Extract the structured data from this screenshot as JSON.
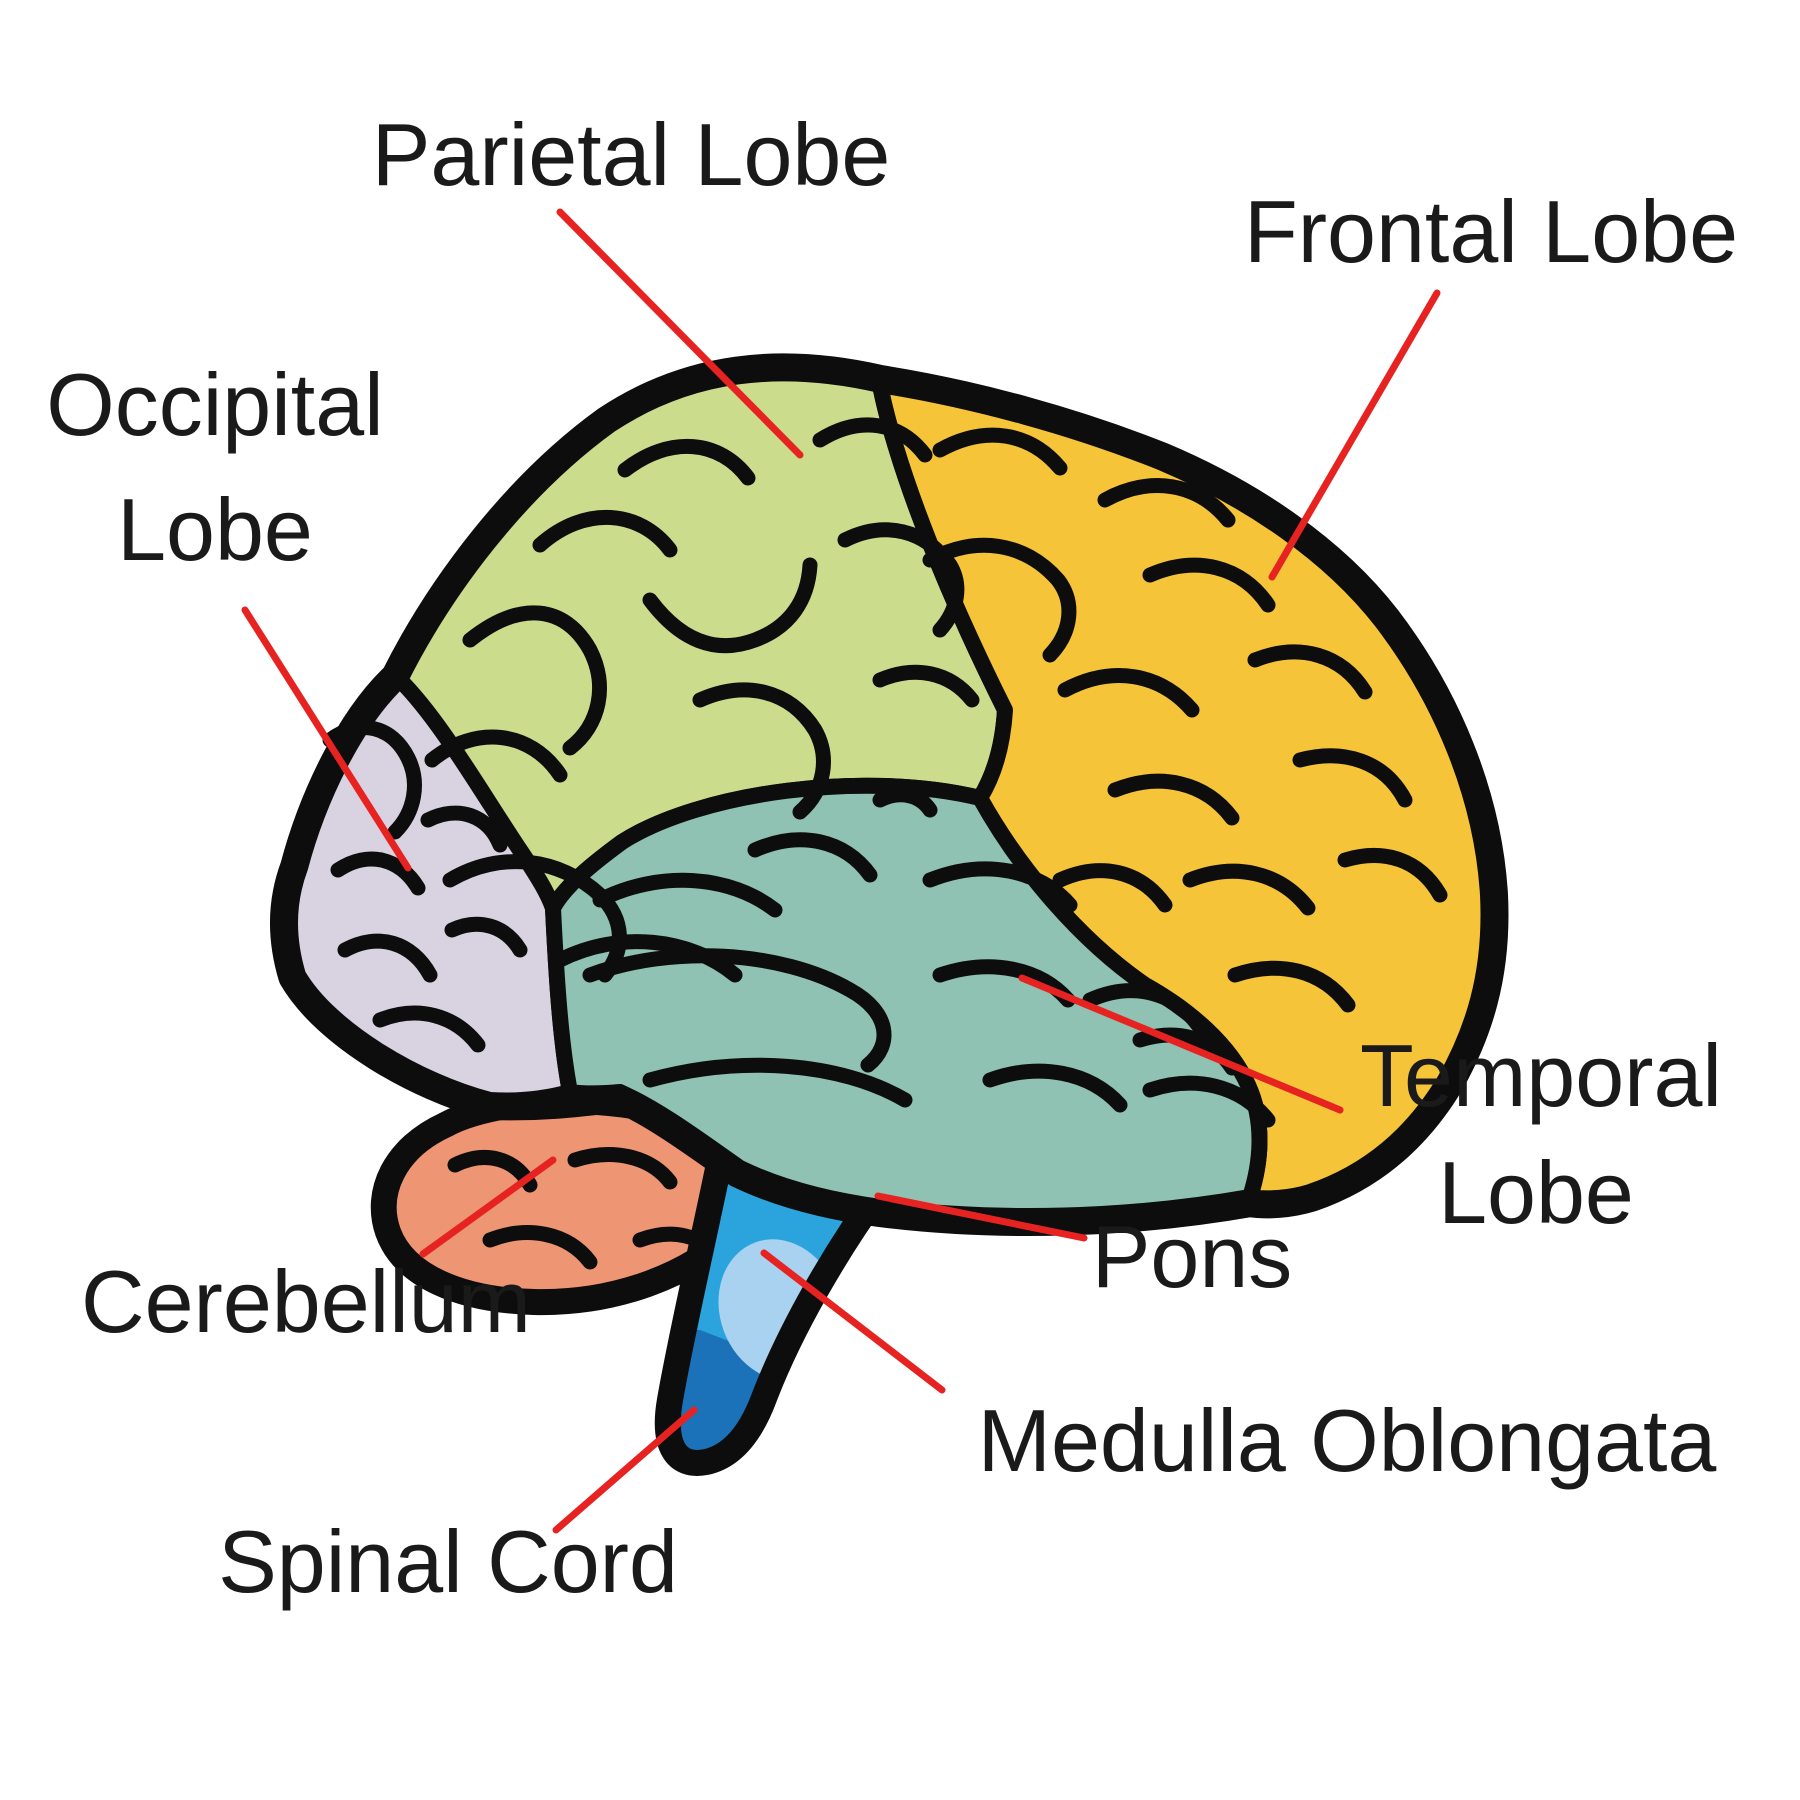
{
  "figure": {
    "type": "labeled-anatomy-diagram",
    "subject": "Human brain, lateral view, color-coded lobes and brainstem structures",
    "background_color": "#FFFFFF",
    "outline_color": "#0D0D0D",
    "leader_line_color": "#E62320",
    "label_text_color": "#1A1A1A"
  },
  "regions": {
    "parietal": {
      "name": "Parietal Lobe",
      "color": "#CBDC8D"
    },
    "frontal": {
      "name": "Frontal Lobe",
      "color": "#F5C438"
    },
    "occipital": {
      "name": "Occipital Lobe",
      "color": "#D9D2E0"
    },
    "temporal": {
      "name": "Temporal Lobe",
      "color": "#8FC2B2"
    },
    "cerebellum": {
      "name": "Cerebellum",
      "color": "#EE9573"
    },
    "pons": {
      "name": "Pons",
      "color": "#2BA4DD"
    },
    "medulla": {
      "name": "Medulla Oblongata",
      "color": "#A8D2EF"
    },
    "spinal": {
      "name": "Spinal Cord",
      "color": "#1C72B8"
    }
  },
  "labels": {
    "parietal": {
      "text": "Parietal Lobe"
    },
    "frontal": {
      "text": "Frontal Lobe"
    },
    "occipital": {
      "line1": "Occipital",
      "line2": "Lobe"
    },
    "temporal": {
      "line1": "Temporal",
      "line2": "Lobe"
    },
    "pons": {
      "text": "Pons"
    },
    "medulla": {
      "text": "Medulla Oblongata"
    },
    "cerebellum": {
      "text": "Cerebellum"
    },
    "spinal": {
      "text": "Spinal Cord"
    }
  }
}
